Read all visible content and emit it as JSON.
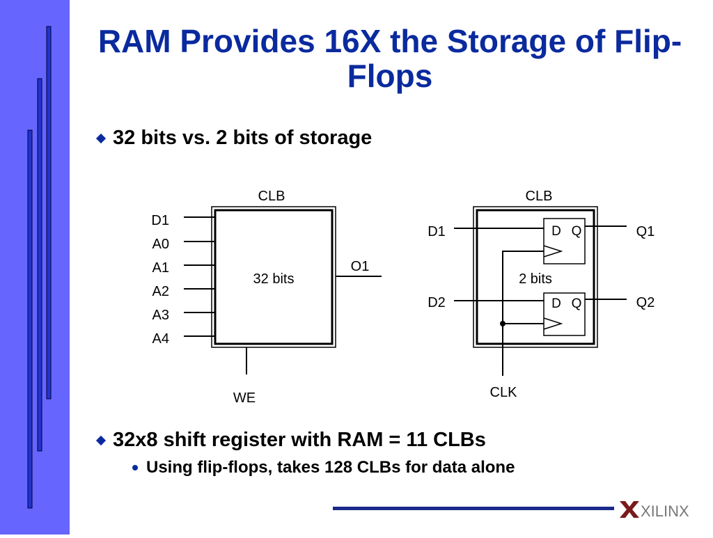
{
  "slide": {
    "title": "RAM Provides 16X the Storage of Flip-Flops",
    "bullets": [
      "32 bits vs. 2 bits of storage",
      "32x8 shift register with RAM = 11 CLBs"
    ],
    "sub_bullets": [
      "Using flip-flops, takes 128 CLBs for data alone"
    ]
  },
  "ram_diagram": {
    "block_label": "CLB",
    "inner_label": "32 bits",
    "inputs": [
      "D1",
      "A0",
      "A1",
      "A2",
      "A3",
      "A4"
    ],
    "output": "O1",
    "bottom_input": "WE"
  },
  "ff_diagram": {
    "block_label": "CLB",
    "inner_label": "2 bits",
    "inputs": [
      "D1",
      "D2"
    ],
    "outputs": [
      "Q1",
      "Q2"
    ],
    "ff_d_label": "D",
    "ff_q_label": "Q",
    "clock": "CLK"
  },
  "logo": {
    "text": "XILINX",
    "icon": "xilinx-logo-icon"
  },
  "colors": {
    "title": "#0a2a9e",
    "sidebar": "#6666ff",
    "sidebar_bar": "#2233cc",
    "footer_line": "#1a2a8a"
  }
}
